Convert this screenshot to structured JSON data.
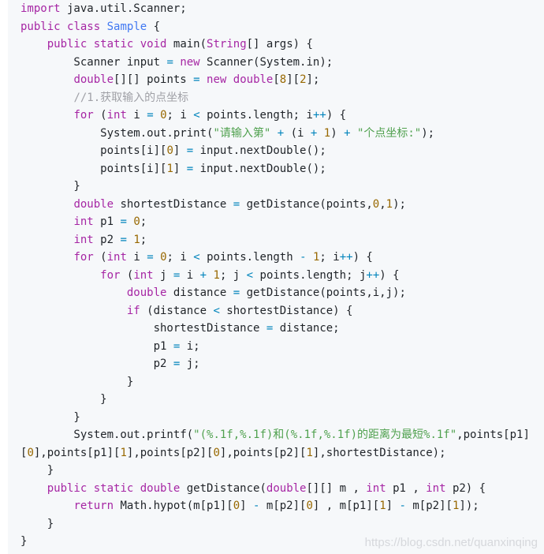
{
  "code": {
    "language": "java",
    "lines": [
      [
        {
          "t": "import",
          "c": "kw"
        },
        {
          "t": " java.util.Scanner;"
        }
      ],
      [
        {
          "t": "public",
          "c": "kw"
        },
        {
          "t": " "
        },
        {
          "t": "class",
          "c": "kw"
        },
        {
          "t": " "
        },
        {
          "t": "Sample",
          "c": "cls"
        },
        {
          "t": " {"
        }
      ],
      [
        {
          "t": "    "
        },
        {
          "t": "public",
          "c": "kw"
        },
        {
          "t": " "
        },
        {
          "t": "static",
          "c": "kw"
        },
        {
          "t": " "
        },
        {
          "t": "void",
          "c": "ty"
        },
        {
          "t": " main("
        },
        {
          "t": "String",
          "c": "ty"
        },
        {
          "t": "[] args) {"
        }
      ],
      [
        {
          "t": "        Scanner input "
        },
        {
          "t": "=",
          "c": "op"
        },
        {
          "t": " "
        },
        {
          "t": "new",
          "c": "kw"
        },
        {
          "t": " Scanner(System.in);"
        }
      ],
      [
        {
          "t": "        "
        },
        {
          "t": "double",
          "c": "ty"
        },
        {
          "t": "[][] points "
        },
        {
          "t": "=",
          "c": "op"
        },
        {
          "t": " "
        },
        {
          "t": "new",
          "c": "kw"
        },
        {
          "t": " "
        },
        {
          "t": "double",
          "c": "ty"
        },
        {
          "t": "["
        },
        {
          "t": "8",
          "c": "num"
        },
        {
          "t": "]["
        },
        {
          "t": "2",
          "c": "num"
        },
        {
          "t": "];"
        }
      ],
      [
        {
          "t": "        "
        },
        {
          "t": "//1.获取输入的点坐标",
          "c": "com"
        }
      ],
      [
        {
          "t": "        "
        },
        {
          "t": "for",
          "c": "kw"
        },
        {
          "t": " ("
        },
        {
          "t": "int",
          "c": "ty"
        },
        {
          "t": " i "
        },
        {
          "t": "=",
          "c": "op"
        },
        {
          "t": " "
        },
        {
          "t": "0",
          "c": "num"
        },
        {
          "t": "; i "
        },
        {
          "t": "<",
          "c": "op"
        },
        {
          "t": " points.length; i"
        },
        {
          "t": "++",
          "c": "op"
        },
        {
          "t": ") {"
        }
      ],
      [
        {
          "t": "            System.out.print("
        },
        {
          "t": "\"请输入第\"",
          "c": "str"
        },
        {
          "t": " "
        },
        {
          "t": "+",
          "c": "op"
        },
        {
          "t": " (i "
        },
        {
          "t": "+",
          "c": "op"
        },
        {
          "t": " "
        },
        {
          "t": "1",
          "c": "num"
        },
        {
          "t": ") "
        },
        {
          "t": "+",
          "c": "op"
        },
        {
          "t": " "
        },
        {
          "t": "\"个点坐标:\"",
          "c": "str"
        },
        {
          "t": ");"
        }
      ],
      [
        {
          "t": "            points[i]["
        },
        {
          "t": "0",
          "c": "num"
        },
        {
          "t": "] "
        },
        {
          "t": "=",
          "c": "op"
        },
        {
          "t": " input.nextDouble();"
        }
      ],
      [
        {
          "t": "            points[i]["
        },
        {
          "t": "1",
          "c": "num"
        },
        {
          "t": "] "
        },
        {
          "t": "=",
          "c": "op"
        },
        {
          "t": " input.nextDouble();"
        }
      ],
      [
        {
          "t": "        }"
        }
      ],
      [
        {
          "t": "        "
        },
        {
          "t": "double",
          "c": "ty"
        },
        {
          "t": " shortestDistance "
        },
        {
          "t": "=",
          "c": "op"
        },
        {
          "t": " getDistance(points,"
        },
        {
          "t": "0",
          "c": "num"
        },
        {
          "t": ","
        },
        {
          "t": "1",
          "c": "num"
        },
        {
          "t": ");"
        }
      ],
      [
        {
          "t": "        "
        },
        {
          "t": "int",
          "c": "ty"
        },
        {
          "t": " p1 "
        },
        {
          "t": "=",
          "c": "op"
        },
        {
          "t": " "
        },
        {
          "t": "0",
          "c": "num"
        },
        {
          "t": ";"
        }
      ],
      [
        {
          "t": "        "
        },
        {
          "t": "int",
          "c": "ty"
        },
        {
          "t": " p2 "
        },
        {
          "t": "=",
          "c": "op"
        },
        {
          "t": " "
        },
        {
          "t": "1",
          "c": "num"
        },
        {
          "t": ";"
        }
      ],
      [
        {
          "t": "        "
        },
        {
          "t": "for",
          "c": "kw"
        },
        {
          "t": " ("
        },
        {
          "t": "int",
          "c": "ty"
        },
        {
          "t": " i "
        },
        {
          "t": "=",
          "c": "op"
        },
        {
          "t": " "
        },
        {
          "t": "0",
          "c": "num"
        },
        {
          "t": "; i "
        },
        {
          "t": "<",
          "c": "op"
        },
        {
          "t": " points.length "
        },
        {
          "t": "-",
          "c": "op"
        },
        {
          "t": " "
        },
        {
          "t": "1",
          "c": "num"
        },
        {
          "t": "; i"
        },
        {
          "t": "++",
          "c": "op"
        },
        {
          "t": ") {"
        }
      ],
      [
        {
          "t": "            "
        },
        {
          "t": "for",
          "c": "kw"
        },
        {
          "t": " ("
        },
        {
          "t": "int",
          "c": "ty"
        },
        {
          "t": " j "
        },
        {
          "t": "=",
          "c": "op"
        },
        {
          "t": " i "
        },
        {
          "t": "+",
          "c": "op"
        },
        {
          "t": " "
        },
        {
          "t": "1",
          "c": "num"
        },
        {
          "t": "; j "
        },
        {
          "t": "<",
          "c": "op"
        },
        {
          "t": " points.length; j"
        },
        {
          "t": "++",
          "c": "op"
        },
        {
          "t": ") {"
        }
      ],
      [
        {
          "t": "                "
        },
        {
          "t": "double",
          "c": "ty"
        },
        {
          "t": " distance "
        },
        {
          "t": "=",
          "c": "op"
        },
        {
          "t": " getDistance(points,i,j);"
        }
      ],
      [
        {
          "t": "                "
        },
        {
          "t": "if",
          "c": "kw"
        },
        {
          "t": " (distance "
        },
        {
          "t": "<",
          "c": "op"
        },
        {
          "t": " shortestDistance) {"
        }
      ],
      [
        {
          "t": "                    shortestDistance "
        },
        {
          "t": "=",
          "c": "op"
        },
        {
          "t": " distance;"
        }
      ],
      [
        {
          "t": "                    p1 "
        },
        {
          "t": "=",
          "c": "op"
        },
        {
          "t": " i;"
        }
      ],
      [
        {
          "t": "                    p2 "
        },
        {
          "t": "=",
          "c": "op"
        },
        {
          "t": " j;"
        }
      ],
      [
        {
          "t": "                }"
        }
      ],
      [
        {
          "t": "            }"
        }
      ],
      [
        {
          "t": "        }"
        }
      ],
      [
        {
          "t": "        System.out.printf("
        },
        {
          "t": "\"(%.1f,%.1f)和(%.1f,%.1f)的距离为最短%.1f\"",
          "c": "str"
        },
        {
          "t": ",points[p1]"
        }
      ],
      [
        {
          "t": "["
        },
        {
          "t": "0",
          "c": "num"
        },
        {
          "t": "],points[p1]["
        },
        {
          "t": "1",
          "c": "num"
        },
        {
          "t": "],points[p2]["
        },
        {
          "t": "0",
          "c": "num"
        },
        {
          "t": "],points[p2]["
        },
        {
          "t": "1",
          "c": "num"
        },
        {
          "t": "],shortestDistance);"
        }
      ],
      [
        {
          "t": "    }"
        }
      ],
      [
        {
          "t": "    "
        },
        {
          "t": "public",
          "c": "kw"
        },
        {
          "t": " "
        },
        {
          "t": "static",
          "c": "kw"
        },
        {
          "t": " "
        },
        {
          "t": "double",
          "c": "ty"
        },
        {
          "t": " getDistance("
        },
        {
          "t": "double",
          "c": "ty"
        },
        {
          "t": "[][] m , "
        },
        {
          "t": "int",
          "c": "ty"
        },
        {
          "t": " p1 , "
        },
        {
          "t": "int",
          "c": "ty"
        },
        {
          "t": " p2) {"
        }
      ],
      [
        {
          "t": "        "
        },
        {
          "t": "return",
          "c": "kw"
        },
        {
          "t": " Math.hypot(m[p1]["
        },
        {
          "t": "0",
          "c": "num"
        },
        {
          "t": "] "
        },
        {
          "t": "-",
          "c": "op"
        },
        {
          "t": " m[p2]["
        },
        {
          "t": "0",
          "c": "num"
        },
        {
          "t": "] , m[p1]["
        },
        {
          "t": "1",
          "c": "num"
        },
        {
          "t": "] "
        },
        {
          "t": "-",
          "c": "op"
        },
        {
          "t": " m[p2]["
        },
        {
          "t": "1",
          "c": "num"
        },
        {
          "t": "]);"
        }
      ],
      [
        {
          "t": "    }"
        }
      ],
      [
        {
          "t": "}"
        }
      ]
    ]
  },
  "watermark": "https://blog.csdn.net/quanxinqing",
  "colors": {
    "background": "#f6f8fa",
    "keyword": "#a626a4",
    "class": "#4078f2",
    "string": "#50a14f",
    "number": "#986801",
    "comment": "#a0a1a7",
    "operator": "#0184bc"
  }
}
